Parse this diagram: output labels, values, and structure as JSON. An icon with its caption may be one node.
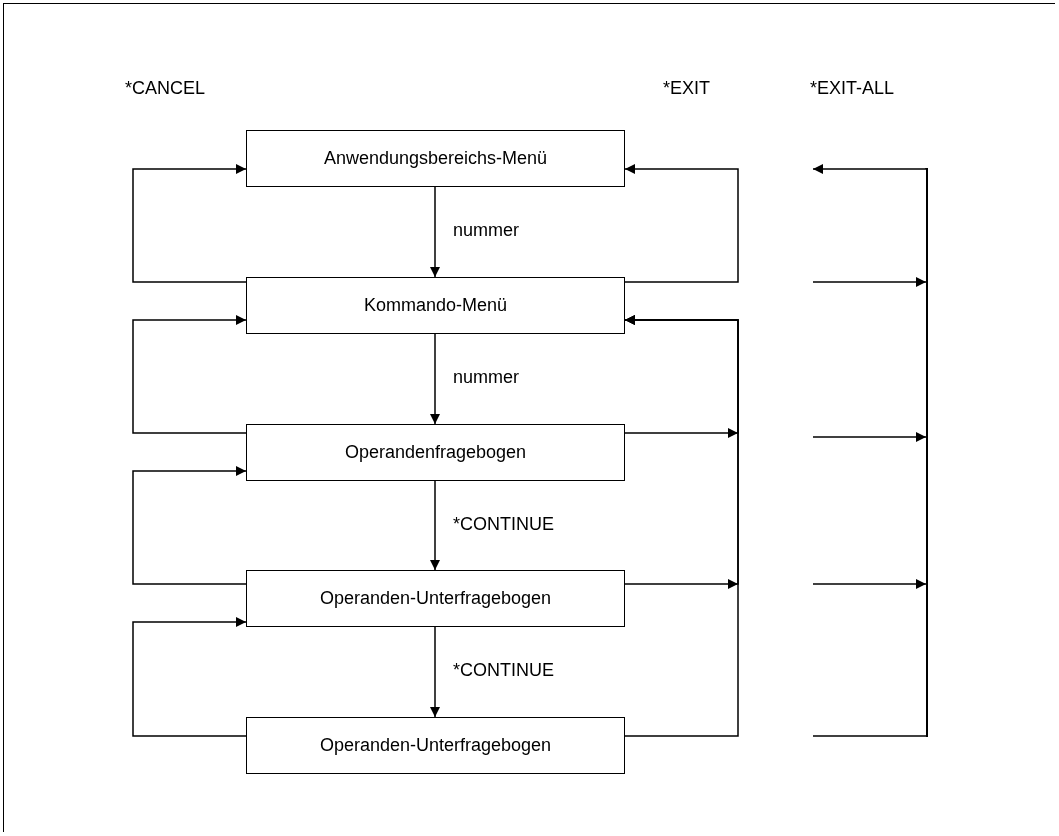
{
  "diagram": {
    "nodes": [
      {
        "text": [
          "Anwendungsbereichs-Menü"
        ]
      },
      {
        "text": [
          "Kommando-Menü"
        ]
      },
      {
        "text": [
          "Operandenfragebogen"
        ]
      },
      {
        "text": [
          "Operanden-Unterfragebogen"
        ]
      },
      {
        "text": [
          "Operanden-Unterfragebogen"
        ]
      },
      {
        "text": [],
        "shape": "bar"
      }
    ],
    "edges": [
      {
        "from": 0,
        "to": 1,
        "arrow": "to",
        "label": "nummer"
      },
      {
        "from": 1,
        "to": 2,
        "arrow": "to",
        "label": "nummer"
      },
      {
        "from": 2,
        "to": 3,
        "arrow": "to",
        "label": "*CONTINUE"
      },
      {
        "from": 3,
        "to": 4,
        "arrow": "to",
        "label": "*CONTINUE"
      },
      {
        "from": 1,
        "to": 0,
        "arrow": "to"
      },
      {
        "from": 2,
        "to": 1,
        "arrow": "to"
      },
      {
        "from": 3,
        "to": 2,
        "arrow": "to"
      },
      {
        "from": 4,
        "to": 3,
        "arrow": "to"
      },
      {
        "from": 1,
        "to": 0,
        "arrow": "to"
      },
      {
        "from": 2,
        "to": 1,
        "arrow": "to"
      },
      {
        "from": 3,
        "to": 1,
        "arrow": "to"
      },
      {
        "from": 4,
        "to": 1,
        "arrow": "to"
      },
      {
        "from": 5,
        "to": null,
        "arrow": "to"
      },
      {
        "from": null,
        "to": 5,
        "arrow": "to"
      },
      {
        "from": null,
        "to": 5,
        "arrow": "to"
      },
      {
        "from": null,
        "to": 5,
        "arrow": "to"
      },
      {
        "from": null,
        "to": 5,
        "arrow": "none"
      }
    ],
    "labels": [
      "*CANCEL",
      "*EXIT",
      "*EXIT-ALL"
    ]
  }
}
